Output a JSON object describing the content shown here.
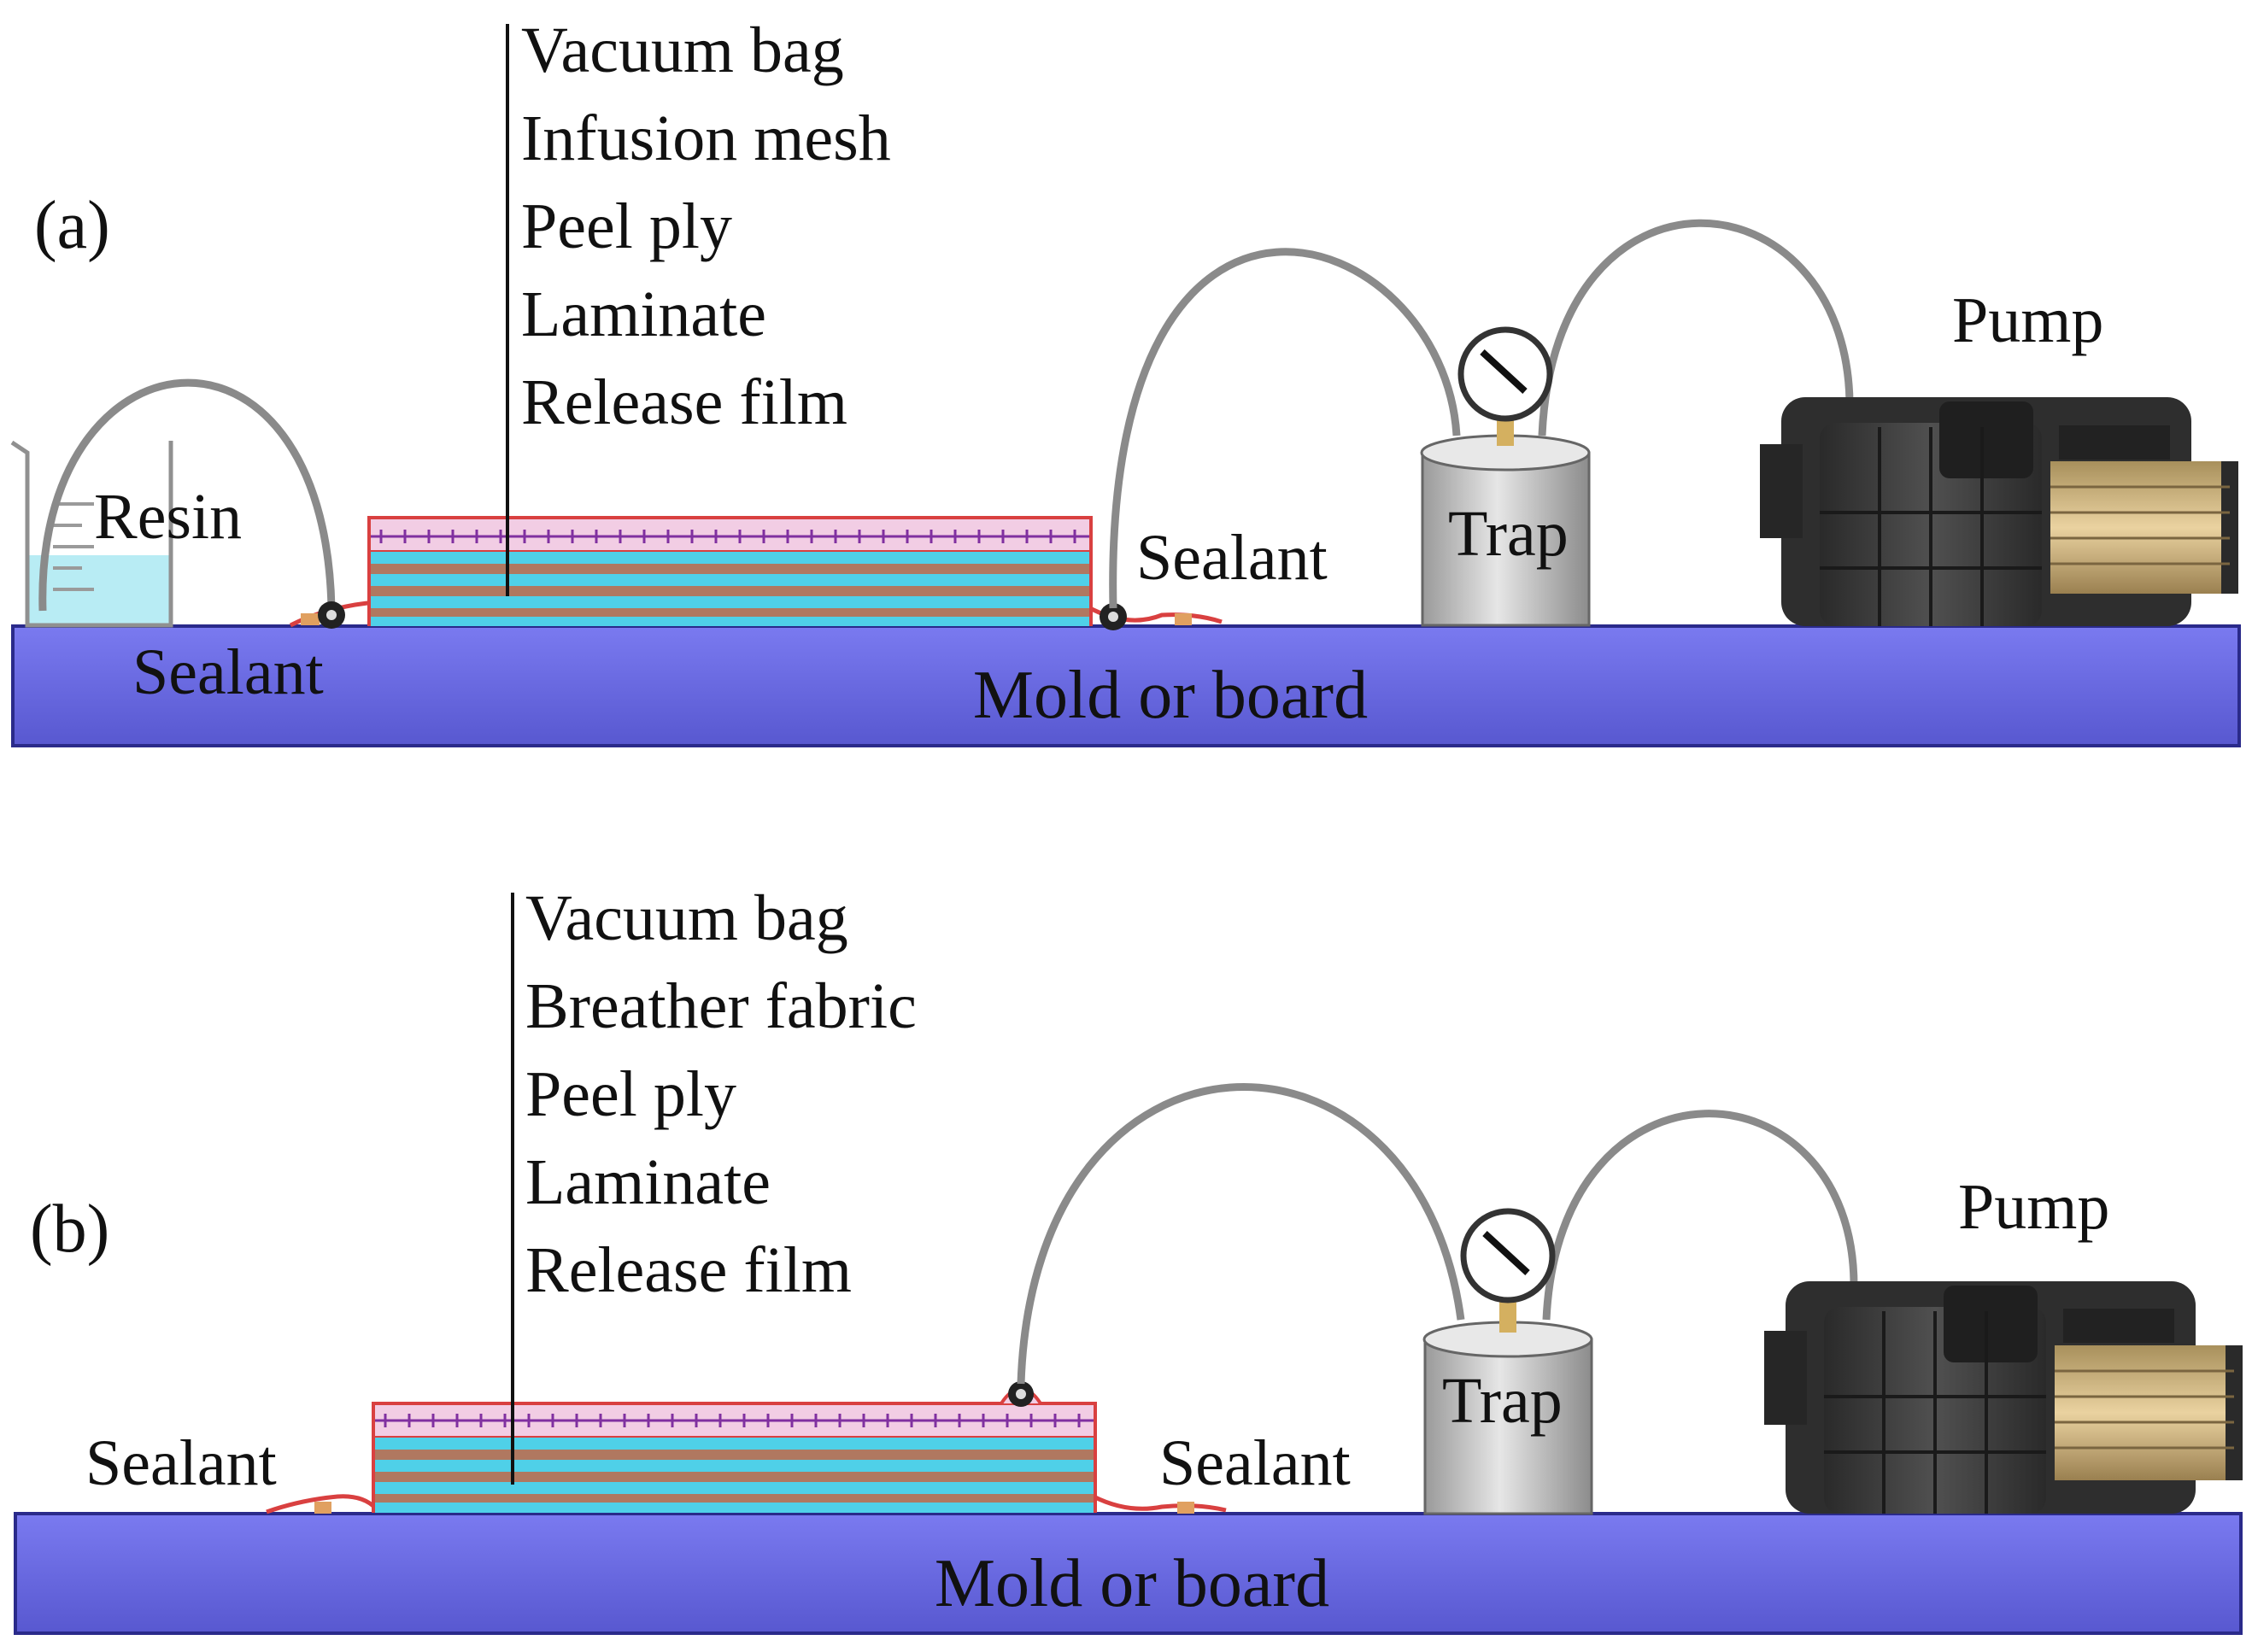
{
  "colors": {
    "mold": "#6a6ae0",
    "mold_edge": "#2a2a8a",
    "bag": "#d94040",
    "mesh": "#8030a0",
    "top_layer": "#f2cde4",
    "laminate_cyan": "#4fd0e8",
    "laminate_brown": "#b07860",
    "tube": "#8a8a8a",
    "resin_liquid": "#b8ecf4",
    "trap_body": "#c8c8c8",
    "pump_body": "#3a3a3a",
    "motor_band": "#d8c090"
  },
  "panel_a": {
    "panel_label": "(a)",
    "layers": [
      "Vacuum bag",
      "Infusion mesh",
      "Peel ply",
      "Laminate",
      "Release film"
    ],
    "resin_label": "Resin",
    "sealant_left": "Sealant",
    "sealant_right": "Sealant",
    "trap_label": "Trap",
    "pump_label": "Pump",
    "mold_label": "Mold or board"
  },
  "panel_b": {
    "panel_label": "(b)",
    "layers": [
      "Vacuum bag",
      "Breather fabric",
      "Peel ply",
      "Laminate",
      "Release film"
    ],
    "sealant_left": "Sealant",
    "sealant_right": "Sealant",
    "trap_label": "Trap",
    "pump_label": "Pump",
    "mold_label": "Mold or board"
  }
}
